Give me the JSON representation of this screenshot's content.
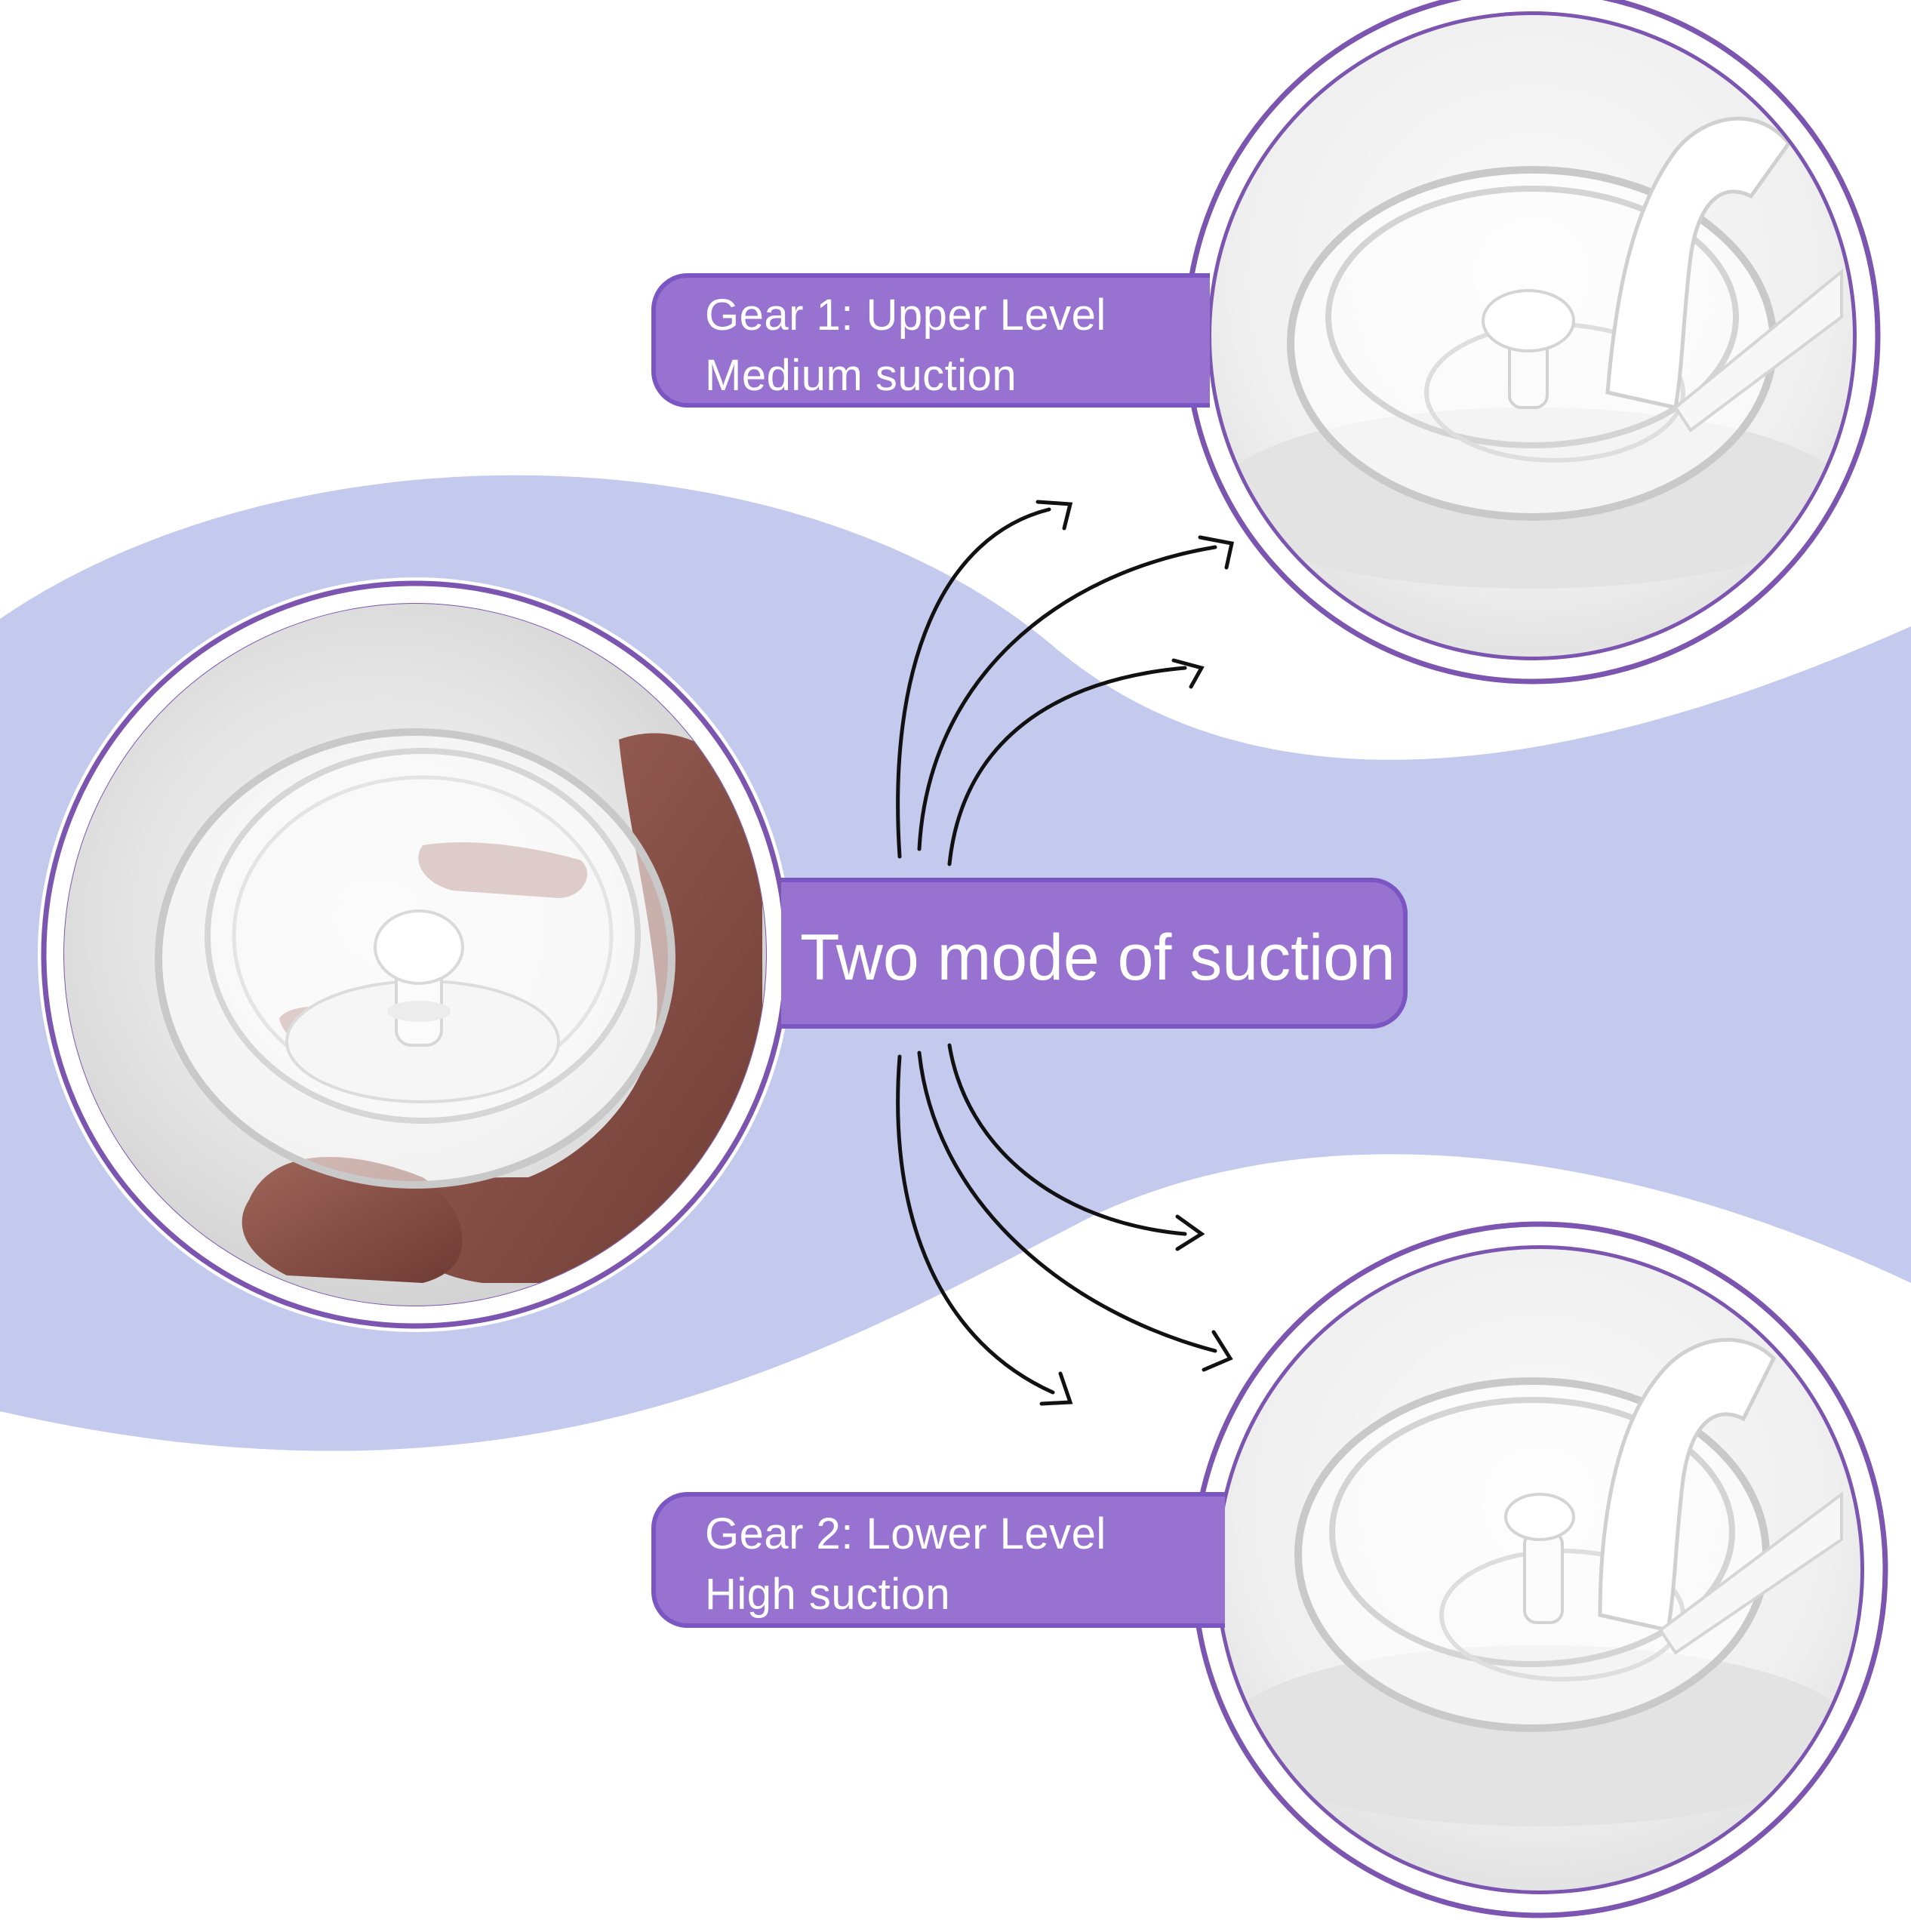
{
  "center_label": "Two mode of suction",
  "gear1": {
    "line1": "Gear 1: Upper Level",
    "line2": "Medium suction"
  },
  "gear2": {
    "line1": "Gear 2: Lower Level",
    "line2": "High suction"
  },
  "colors": {
    "wave": "#c4caee",
    "ring": "#7b55b0",
    "label": "#9872d1",
    "label_border": "#7b55c2",
    "text": "#ffffff",
    "arrow": "#111111"
  },
  "photos": {
    "left": "hand-holding-clear-suction-cup",
    "top_right": "suction-cup-with-handle-gear-1",
    "bottom_right": "suction-cup-with-handle-gear-2"
  }
}
